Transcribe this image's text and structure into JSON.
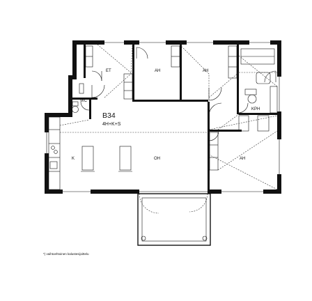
{
  "unit": {
    "code": "B34",
    "type": "4H+K+S"
  },
  "rooms": {
    "et": "ET",
    "ah_1": "AH",
    "ah_2": "AH",
    "ah_3": "AH",
    "wc": "WC",
    "kph": "KPH",
    "k": "K",
    "oh": "OH"
  },
  "footnote": "*) vaihtoehtoinen kalustesijoittelu",
  "colors": {
    "wall": "#111111",
    "background": "#ffffff"
  }
}
